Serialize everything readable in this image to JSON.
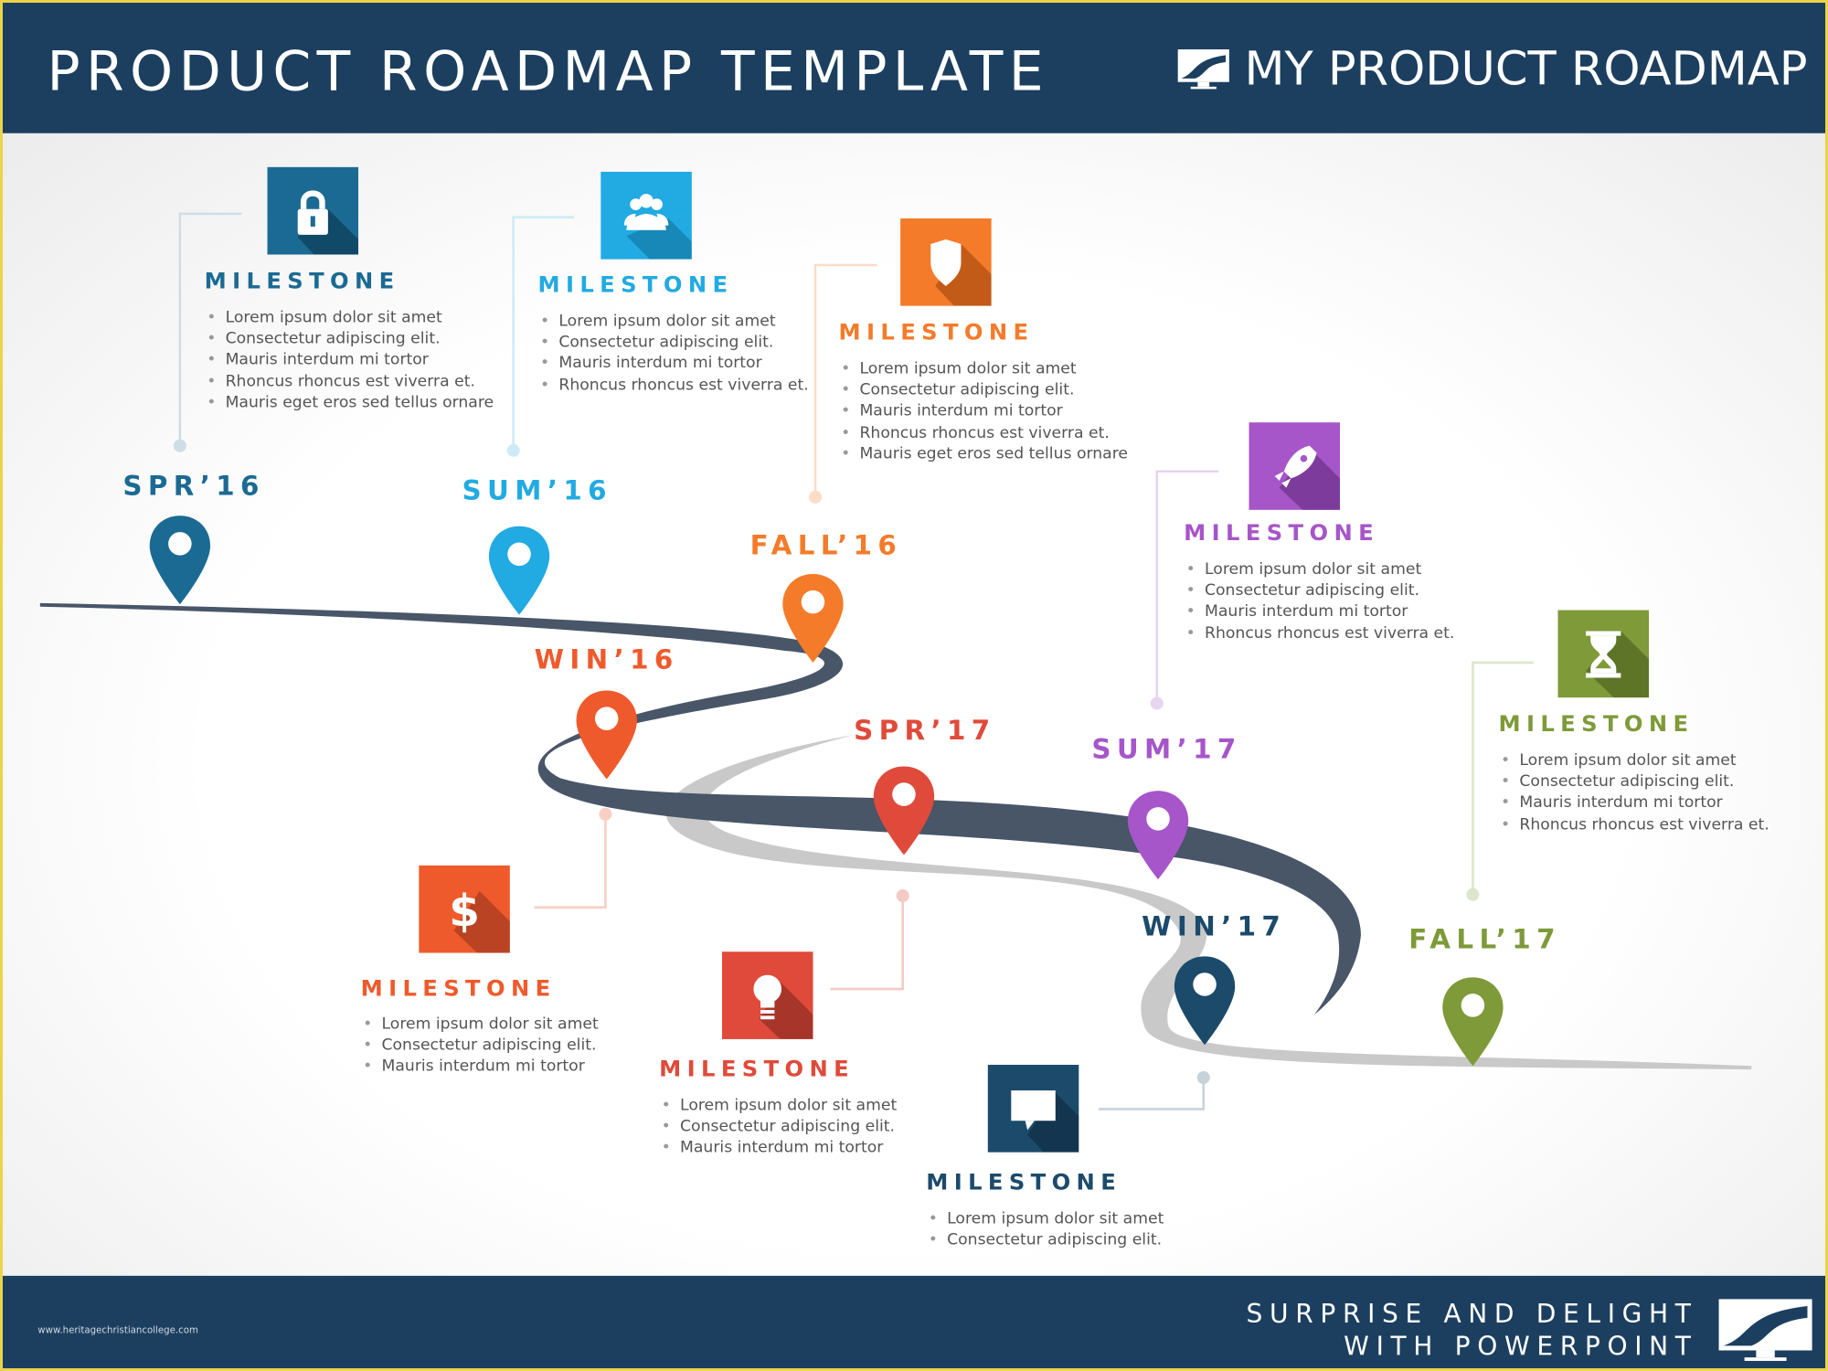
{
  "header": {
    "title": "PRODUCT ROADMAP TEMPLATE",
    "brand": "MY PRODUCT ROADMAP",
    "brand_icon": "road-logo-icon"
  },
  "footer": {
    "tagline_line1": "SURPRISE AND DELIGHT",
    "tagline_line2": "WITH POWERPOINT",
    "credit": "www.heritagechristiancollege.com"
  },
  "colors": {
    "navy": "#1c3f5f",
    "road_dark": "#485668",
    "road_light": "#c8c8c8"
  },
  "milestones": [
    {
      "season": "SPR’16",
      "color": "#1b6a93",
      "icon": "lock-icon",
      "title": "MILESTONE",
      "bullets": [
        "Lorem ipsum dolor sit amet",
        "Consectetur adipiscing elit.",
        "Mauris interdum mi tortor",
        "Rhoncus rhoncus est viverra et.",
        "Mauris eget eros sed tellus ornare"
      ]
    },
    {
      "season": "SUM’16",
      "color": "#22aae2",
      "icon": "users-icon",
      "title": "MILESTONE",
      "bullets": [
        "Lorem ipsum dolor sit amet",
        "Consectetur adipiscing elit.",
        "Mauris interdum mi tortor",
        "Rhoncus rhoncus est viverra et."
      ]
    },
    {
      "season": "FALL’16",
      "color": "#f47b2a",
      "icon": "shield-icon",
      "title": "MILESTONE",
      "bullets": [
        "Lorem ipsum dolor sit amet",
        "Consectetur adipiscing elit.",
        "Mauris interdum mi tortor",
        "Rhoncus rhoncus est viverra et.",
        "Mauris eget eros sed tellus ornare"
      ]
    },
    {
      "season": "WIN’16",
      "color": "#ef5a2c",
      "icon": "dollar-icon",
      "title": "MILESTONE",
      "bullets": [
        "Lorem ipsum dolor sit amet",
        "Consectetur adipiscing elit.",
        "Mauris interdum mi tortor"
      ]
    },
    {
      "season": "SPR’17",
      "color": "#e04a3a",
      "icon": "lightbulb-icon",
      "title": "MILESTONE",
      "bullets": [
        "Lorem ipsum dolor sit amet",
        "Consectetur adipiscing elit.",
        "Mauris interdum mi tortor"
      ]
    },
    {
      "season": "SUM’17",
      "color": "#a656c9",
      "icon": "rocket-icon",
      "title": "MILESTONE",
      "bullets": [
        "Lorem ipsum dolor sit amet",
        "Consectetur adipiscing elit.",
        "Mauris interdum mi tortor",
        "Rhoncus rhoncus est viverra et."
      ]
    },
    {
      "season": "WIN’17",
      "color": "#1c4a6b",
      "icon": "chat-bubble-icon",
      "title": "MILESTONE",
      "bullets": [
        "Lorem ipsum dolor sit amet",
        "Consectetur adipiscing elit."
      ]
    },
    {
      "season": "FALL’17",
      "color": "#7e9a39",
      "icon": "hourglass-icon",
      "title": "MILESTONE",
      "bullets": [
        "Lorem ipsum dolor sit amet",
        "Consectetur adipiscing elit.",
        "Mauris interdum mi tortor",
        "Rhoncus rhoncus est viverra et."
      ]
    }
  ]
}
